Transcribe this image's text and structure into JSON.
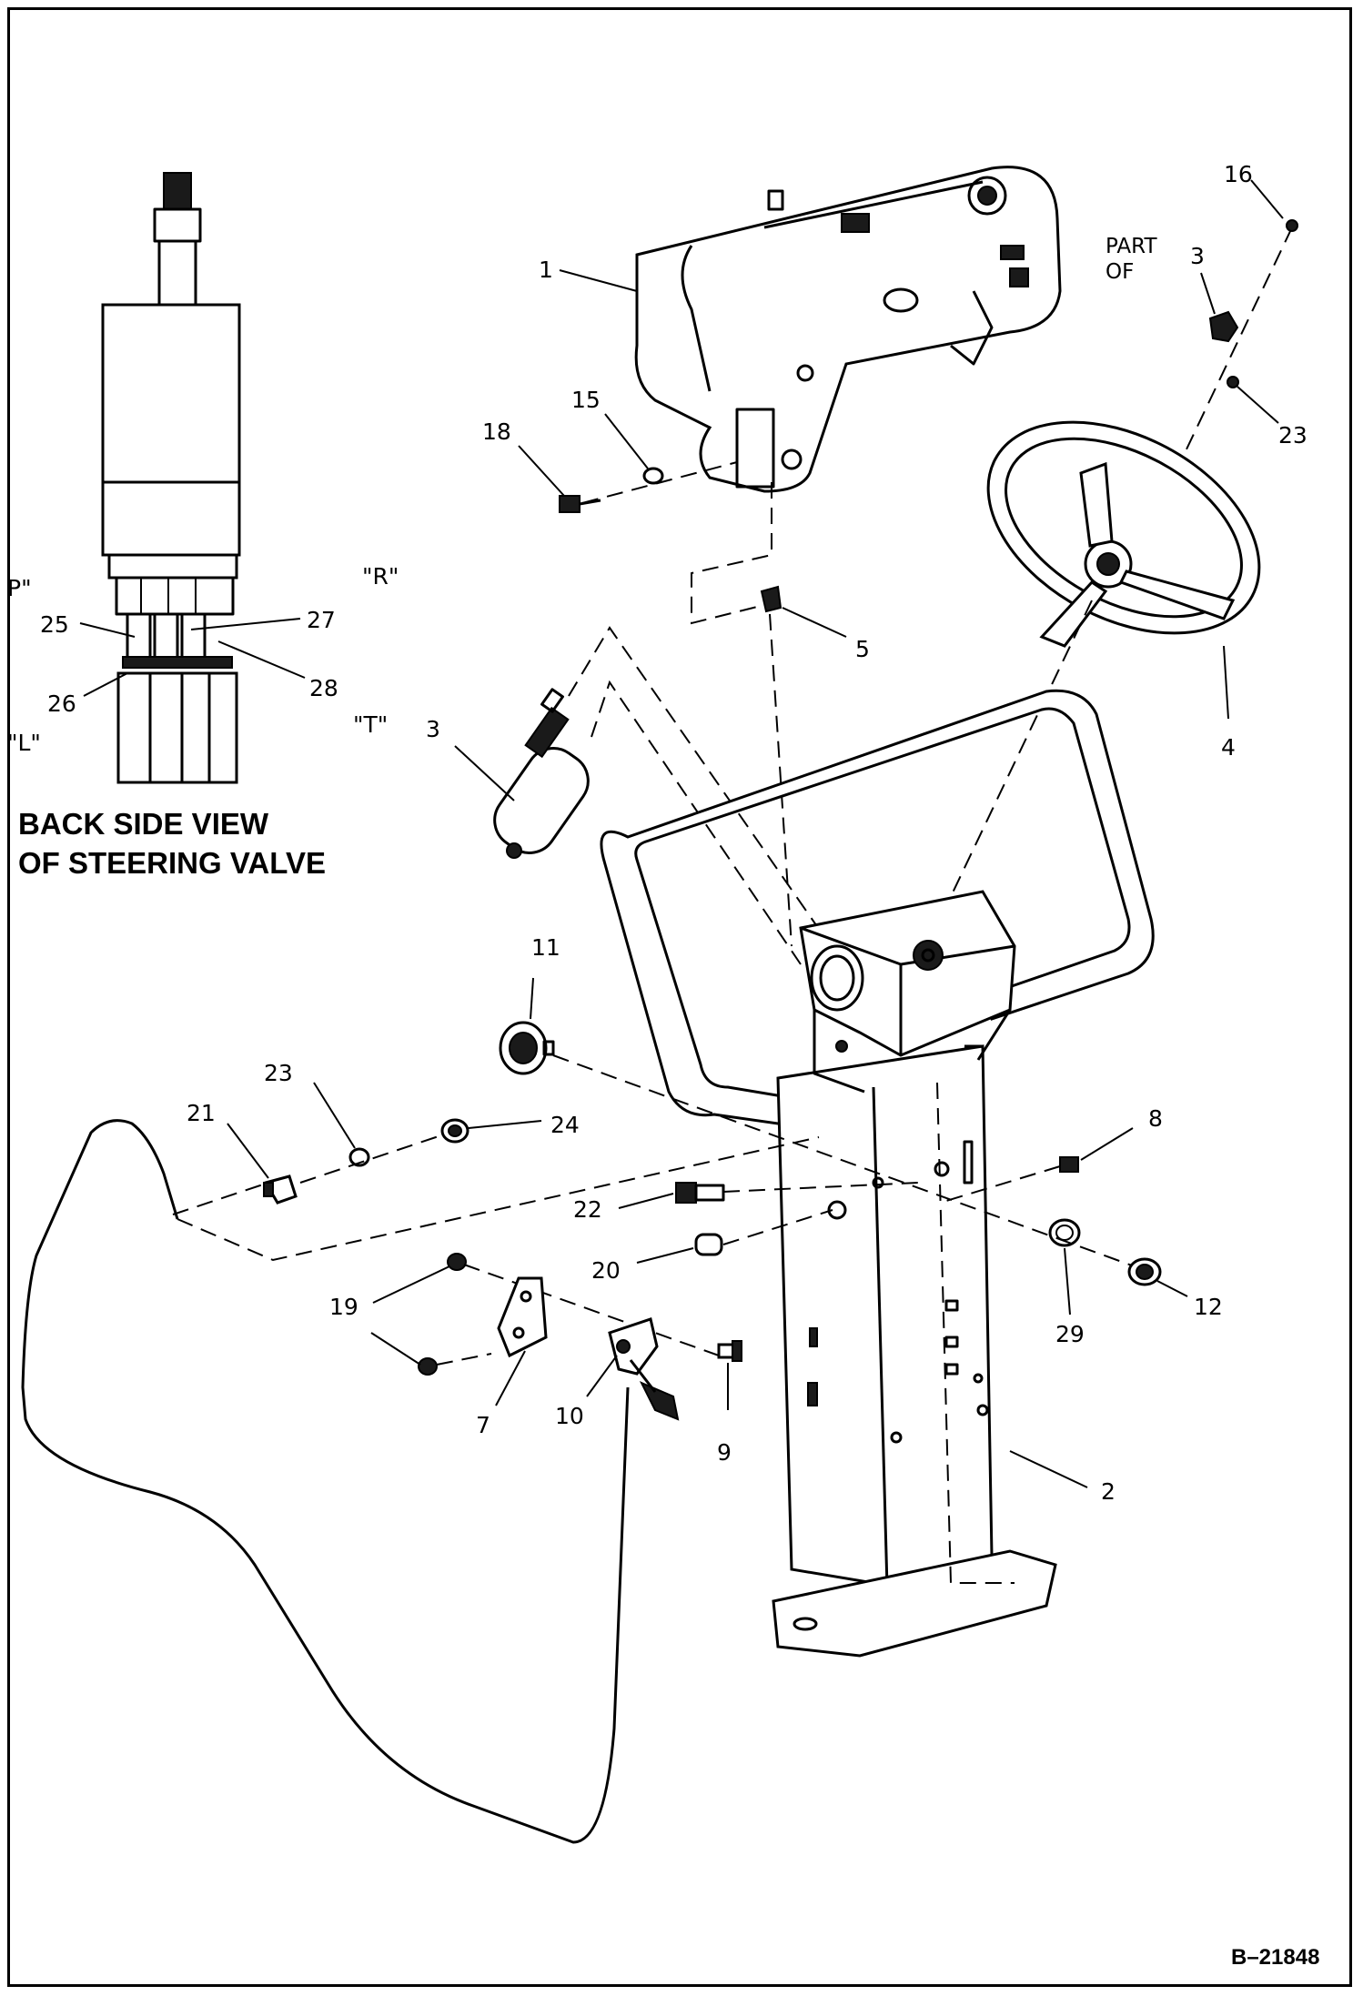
{
  "figure_id": "B–21848",
  "inset": {
    "caption_line1": "BACK SIDE VIEW",
    "caption_line2": "OF STEERING VALVE",
    "port_p": "P\"",
    "port_r": "\"R\"",
    "port_l": "\"L\"",
    "port_t": "\"T\""
  },
  "part_of": {
    "line1": "PART",
    "line2": "OF"
  },
  "callouts": {
    "c1": "1",
    "c2": "2",
    "c3a": "3",
    "c3b": "3",
    "c4": "4",
    "c5": "5",
    "c7": "7",
    "c8": "8",
    "c9": "9",
    "c10": "10",
    "c11": "11",
    "c12": "12",
    "c15": "15",
    "c16": "16",
    "c18": "18",
    "c19": "19",
    "c20": "20",
    "c21": "21",
    "c22": "22",
    "c23a": "23",
    "c23b": "23",
    "c24": "24",
    "c25": "25",
    "c26": "26",
    "c27": "27",
    "c28": "28",
    "c29": "29"
  }
}
